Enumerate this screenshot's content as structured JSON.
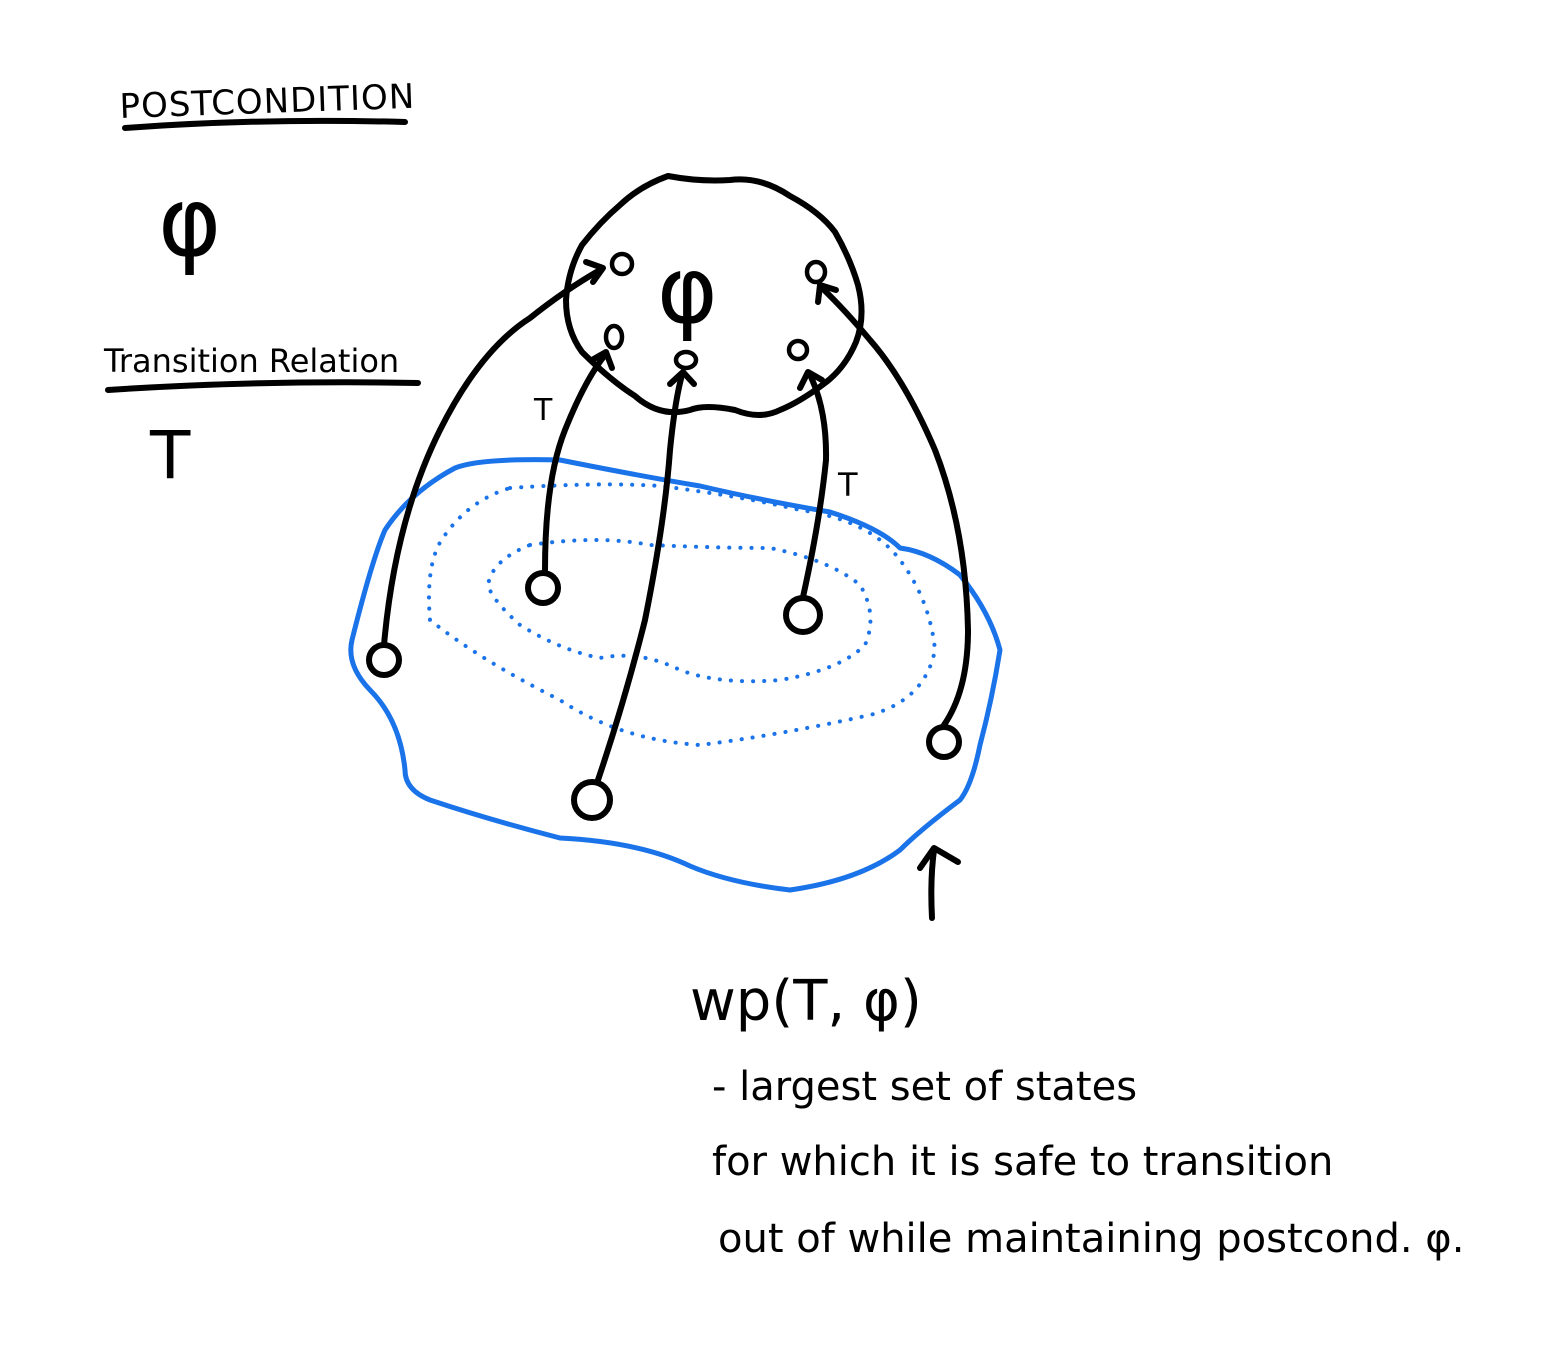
{
  "labels": {
    "postcondition_heading": "POSTCONDITION",
    "postcondition_symbol": "φ",
    "transition_heading": "Transition Relation",
    "transition_symbol": "T",
    "inner_phi": "φ",
    "edge_label": "T",
    "wp_label": "wp(T, φ)",
    "description": [
      "- largest set of states",
      "for which it is safe to transition",
      "out of while maintaining postcond. φ."
    ]
  },
  "colors": {
    "ink": "#000000",
    "region_blue": "#1a73e8",
    "background": "#ffffff"
  }
}
